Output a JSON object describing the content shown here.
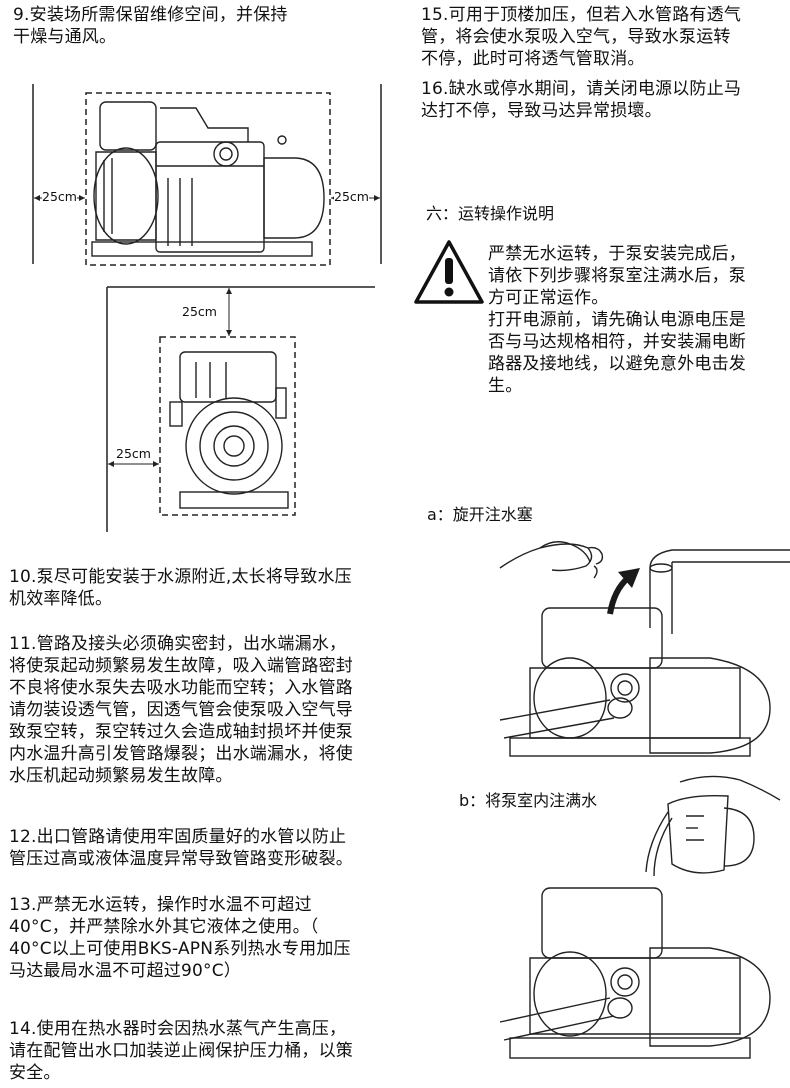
{
  "left_column": {
    "item9": "9.安装场所需保留维修空间，并保持\n干燥与通风。",
    "diagram": {
      "clearance_label": "25cm"
    },
    "item10": "10.泵尽可能安装于水源附近,太长将导致水压\n机效率降低。",
    "item11": "11.管路及接头必须确实密封，出水端漏水，\n将使泵起动频繁易发生故障，吸入端管路密封\n不良将使水泵失去吸水功能而空转；入水管路\n请勿装设透气管，因透气管会使泵吸入空气导\n致泵空转，泵空转过久会造成轴封损坏并使泵\n内水温升高引发管路爆裂；出水端漏水，将使\n水压机起动频繁易发生故障。",
    "item12": "12.出口管路请使用牢固质量好的水管以防止\n管压过高或液体温度异常导致管路变形破裂。",
    "item13": "13.严禁无水运转，操作时水温不可超过\n40°C，并严禁除水外其它液体之使用。（\n40°C以上可使用BKS-APN系列热水专用加压\n马达最局水温不可超过90°C）",
    "item14": "14.使用在热水器时会因热水蒸气产生高压，\n请在配管出水口加装逆止阀保护压力桶，以策\n安全。"
  },
  "right_column": {
    "item15": "15.可用于顶楼加压，但若入水管路有透气\n管，将会使水泵吸入空气，导致水泵运转\n不停，此时可将透气管取消。",
    "item16": "16.缺水或停水期间，请关闭电源以防止马\n达打不停，导致马达异常损壞。",
    "section_title": "六：运转操作说明",
    "warning_text": "严禁无水运转，于泵安装完成后，\n请依下列步骤将泵室注满水后，泵\n方可正常运作。\n打开电源前，请先确认电源电压是\n否与马达规格相符，并安装漏电断\n路器及接地线，以避免意外电击发\n生。",
    "step_a": "a：旋开注水塞",
    "step_b": "b：将泵室内注满水"
  },
  "colors": {
    "text": "#111111",
    "line": "#222222",
    "arrow": "#1a1a1a"
  },
  "icons": [
    "warning-triangle-icon",
    "rotate-arrow-icon"
  ]
}
